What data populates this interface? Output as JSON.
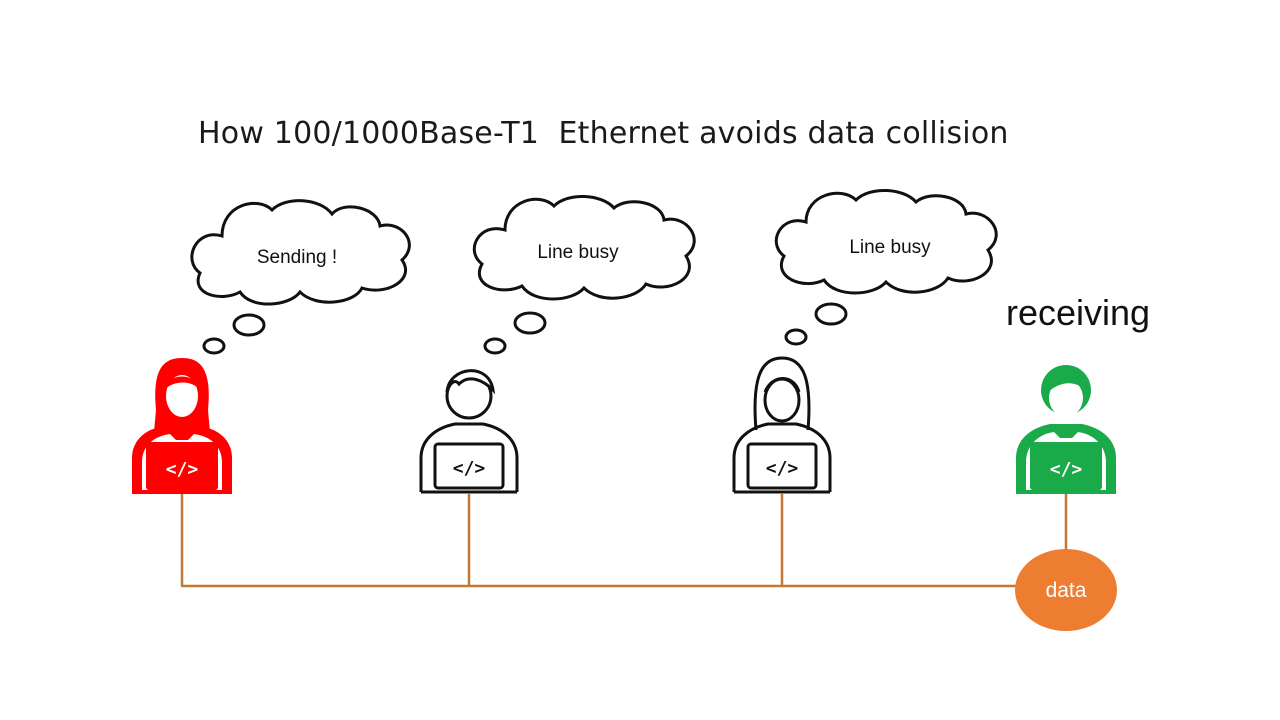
{
  "title": "How 100/1000Base-T1  Ethernet avoids data collision",
  "nodes": [
    {
      "thought": "Sending !",
      "color": "#ff0000"
    },
    {
      "thought": "Line busy",
      "color": "#ffffff"
    },
    {
      "thought": "Line busy",
      "color": "#ffffff"
    },
    {
      "status": "receiving",
      "color": "#1aaa4a"
    }
  ],
  "packet": {
    "label": "data",
    "color": "#ed7d31"
  },
  "bus": {
    "color": "#c07a35"
  },
  "icons": {
    "laptop": "laptop-code-icon",
    "person": "person-icon"
  }
}
